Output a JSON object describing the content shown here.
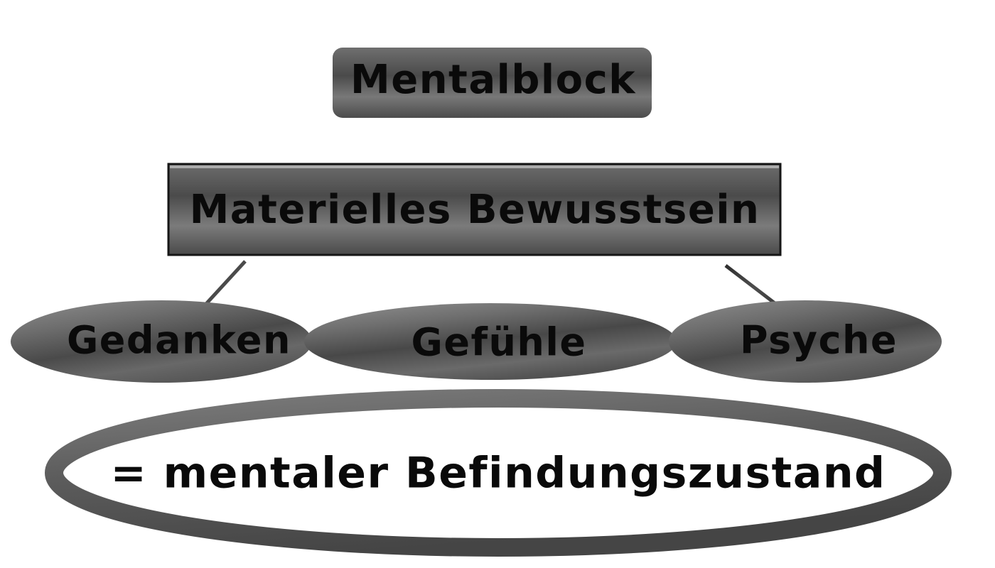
{
  "diagram": {
    "title": "Mentalblock",
    "background_color": "#ffffff",
    "text_color": "#0a0a0a",
    "shape_fill_light": "#8c8c8c",
    "shape_fill_dark": "#2b2b2b",
    "outline_color": "#6a6a6a",
    "connector_color": "#3a3a3a",
    "nodes": [
      {
        "id": "mentalblock",
        "label": "Mentalblock",
        "shape": "rounded-rectangle",
        "level": 1
      },
      {
        "id": "materielles-bewusstsein",
        "label": "Materielles Bewusstsein",
        "shape": "rectangle",
        "level": 2
      },
      {
        "id": "gedanken",
        "label": "Gedanken",
        "shape": "ellipse",
        "level": 3
      },
      {
        "id": "gefuehle",
        "label": "Gefühle",
        "shape": "ellipse",
        "level": 3
      },
      {
        "id": "psyche",
        "label": "Psyche",
        "shape": "ellipse",
        "level": 3
      },
      {
        "id": "befindungszustand",
        "label": "= mentaler Befindungszustand",
        "shape": "ellipse-outline",
        "level": 4
      }
    ],
    "connectors": [
      {
        "id": "c1",
        "from": "mentalblock",
        "to": "materielles-bewusstsein",
        "style": "vertical"
      },
      {
        "id": "c2",
        "from": "materielles-bewusstsein",
        "to": "gedanken",
        "style": "diagonal-left"
      },
      {
        "id": "c3",
        "from": "materielles-bewusstsein",
        "to": "gefuehle",
        "style": "vertical"
      },
      {
        "id": "c4",
        "from": "materielles-bewusstsein",
        "to": "psyche",
        "style": "diagonal-right"
      },
      {
        "id": "c5",
        "from": "gefuehle",
        "to": "befindungszustand",
        "style": "vertical"
      }
    ]
  }
}
